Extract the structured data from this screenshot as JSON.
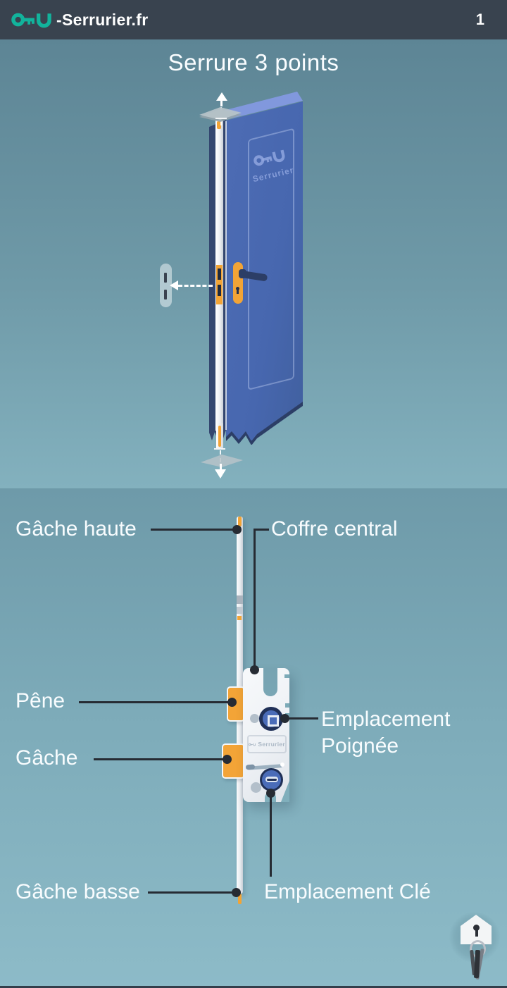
{
  "header": {
    "brand": "-Serrurier.fr",
    "page_number": "1"
  },
  "hero": {
    "title": "Serrure 3 points",
    "door_watermark": "Serrurier"
  },
  "diagram": {
    "lock_watermark": "Serrurier",
    "labels": {
      "gache_haute": "Gâche haute",
      "coffre_central": "Coffre central",
      "pene": "Pêne",
      "emplacement_poignee": "Emplacement Poignée",
      "gache": "Gâche",
      "emplacement_cle": "Emplacement Clé",
      "gache_basse": "Gâche basse"
    }
  },
  "colors": {
    "accent_orange": "#f2a436",
    "brand_teal": "#12b39c",
    "door_blue": "#4a69b2",
    "header_bg": "#39434f",
    "pointer_dark": "#262b33"
  }
}
